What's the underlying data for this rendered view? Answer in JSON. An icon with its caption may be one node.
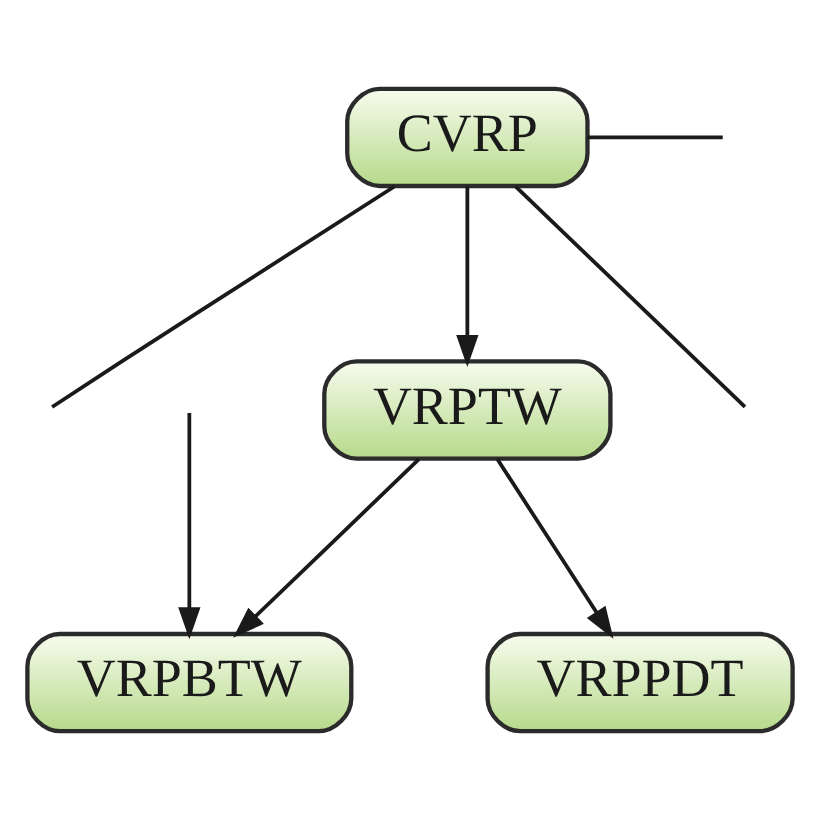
{
  "diagram": {
    "nodes": [
      {
        "text": [
          "CVRP"
        ]
      },
      {
        "text": [
          "VRPTW"
        ]
      },
      {
        "text": [
          "VRPBTW"
        ]
      },
      {
        "text": [
          "VRPPDT"
        ]
      }
    ],
    "edges": [
      {
        "from": 0,
        "to": null,
        "arrow": "none"
      },
      {
        "from": 0,
        "to": 1,
        "arrow": "to"
      },
      {
        "from": 0,
        "to": null,
        "arrow": "none"
      },
      {
        "from": 0,
        "to": null,
        "arrow": "none"
      },
      {
        "from": 1,
        "to": 2,
        "arrow": "to"
      },
      {
        "from": 1,
        "to": 3,
        "arrow": "to"
      },
      {
        "from": null,
        "to": 2,
        "arrow": "to"
      }
    ]
  }
}
